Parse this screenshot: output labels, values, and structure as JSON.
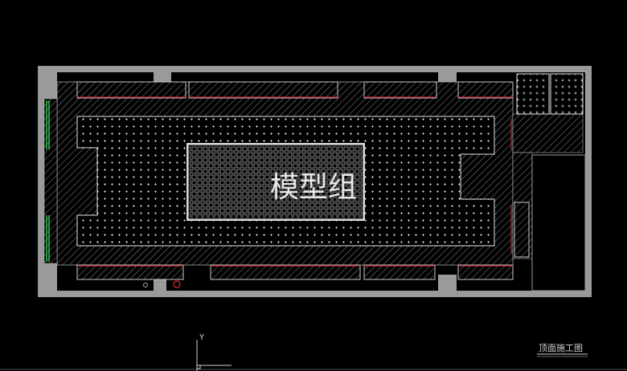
{
  "drawing": {
    "watermark": "模型组",
    "title": "顶面施工图",
    "ucs_y_label": "Y"
  },
  "colors": {
    "background": "#000000",
    "wall": "#9a9a9a",
    "hatch": "#7a7a7a",
    "floor_dots": "#cfcfcf",
    "red_line": "#c0262b",
    "green_window": "#2fc24a",
    "white_line": "#e6e6e6"
  }
}
